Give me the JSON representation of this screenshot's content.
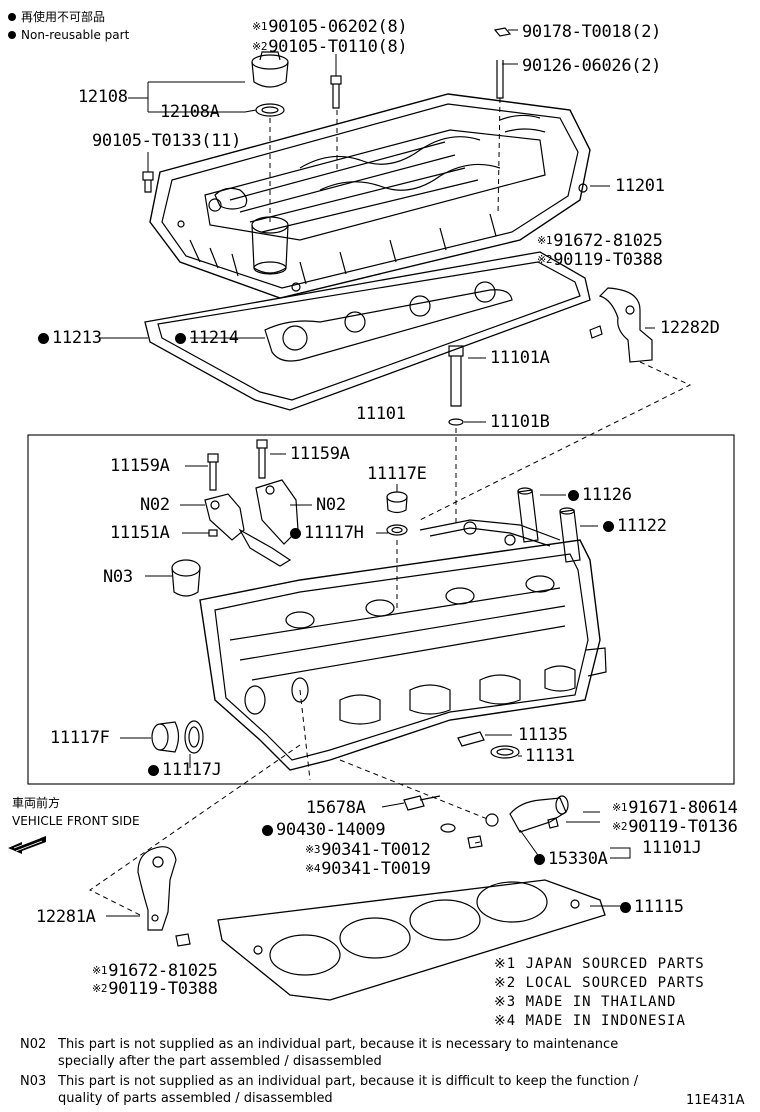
{
  "legend": {
    "nonreuse_jp": "再使用不可部品",
    "nonreuse_en": "Non-reusable part"
  },
  "front": {
    "jp": "車両前方",
    "en": "VEHICLE FRONT SIDE"
  },
  "parts": {
    "p90105_06202": "90105-06202(8)",
    "p90105_T0110": "90105-T0110(8)",
    "p90178": "90178-T0018(2)",
    "p90126": "90126-06026(2)",
    "p12108": "12108",
    "p12108A": "12108A",
    "p90105_T0133": "90105-T0133(11)",
    "p11201": "11201",
    "p91672_top": "91672-81025",
    "p90119_top": "90119-T0388",
    "p11213": "11213",
    "p11214": "11214",
    "p12282D": "12282D",
    "p11101A": "11101A",
    "p11101B": "11101B",
    "p11101": "11101",
    "p11159A_l": "11159A",
    "p11159A_r": "11159A",
    "p11117E": "11117E",
    "pN02_l": "N02",
    "pN02_r": "N02",
    "p11126": "11126",
    "p11151A": "11151A",
    "p11117H": "11117H",
    "p11122": "11122",
    "pN03": "N03",
    "p11117F": "11117F",
    "p11117J": "11117J",
    "p11135": "11135",
    "p11131": "11131",
    "p15678A": "15678A",
    "p91671": "91671-80614",
    "p90430": "90430-14009",
    "p90119_T0136": "90119-T0136",
    "p90341_T0012": "90341-T0012",
    "p11101J": "11101J",
    "p15330A": "15330A",
    "p90341_T0019": "90341-T0019",
    "p12281A": "12281A",
    "p11115": "11115",
    "p91672_bot": "91672-81025",
    "p90119_bot": "90119-T0388"
  },
  "marks": {
    "m1": "※1",
    "m2": "※2",
    "m3": "※3",
    "m4": "※4"
  },
  "sources": {
    "s1": "※1 JAPAN SOURCED PARTS",
    "s2": "※2 LOCAL SOURCED PARTS",
    "s3": "※3 MADE IN THAILAND",
    "s4": "※4 MADE IN INDONESIA"
  },
  "notes": {
    "n02_code": "N02",
    "n02_line1": "This part is not supplied as an individual part, because it is necessary to maintenance",
    "n02_line2": "specially after the part assembled / disassembled",
    "n03_code": "N03",
    "n03_line1": "This part is not supplied as an individual part, because it is difficult to keep the function /",
    "n03_line2": "quality of parts  assembled / disassembled"
  },
  "diagram_id": "11E431A"
}
